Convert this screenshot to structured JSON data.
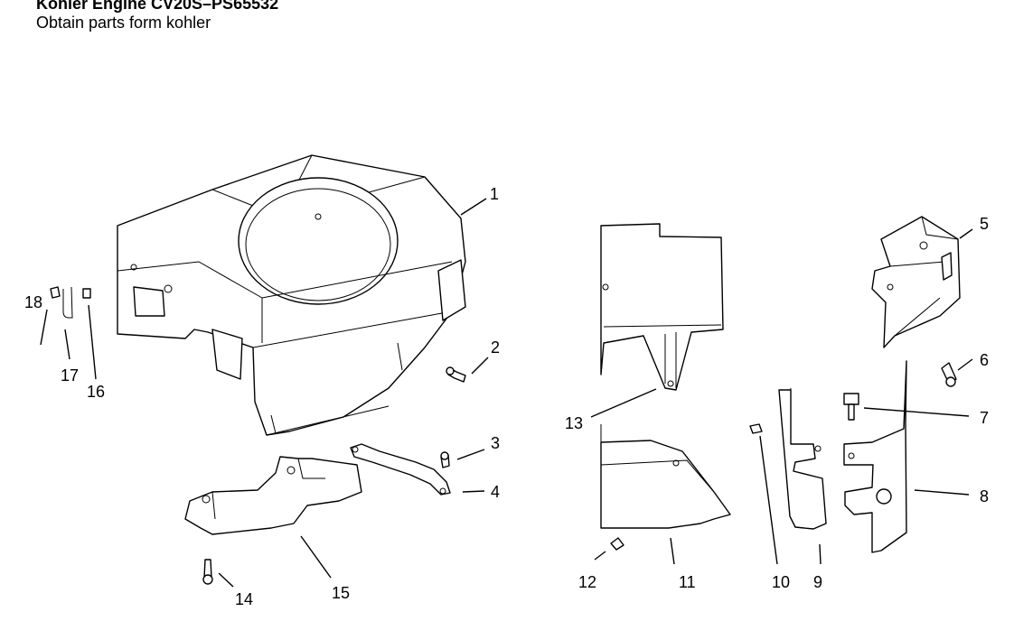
{
  "header": {
    "title": "Kohler Engine CV20S–PS65532",
    "subtitle": "Obtain  parts form kohler"
  },
  "callouts": {
    "c1": "1",
    "c2": "2",
    "c3": "3",
    "c4": "4",
    "c5": "5",
    "c6": "6",
    "c7": "7",
    "c8": "8",
    "c9": "9",
    "c10": "10",
    "c11": "11",
    "c12": "12",
    "c13": "13",
    "c14": "14",
    "c15": "15",
    "c16": "16",
    "c17": "17",
    "c18": "18"
  }
}
